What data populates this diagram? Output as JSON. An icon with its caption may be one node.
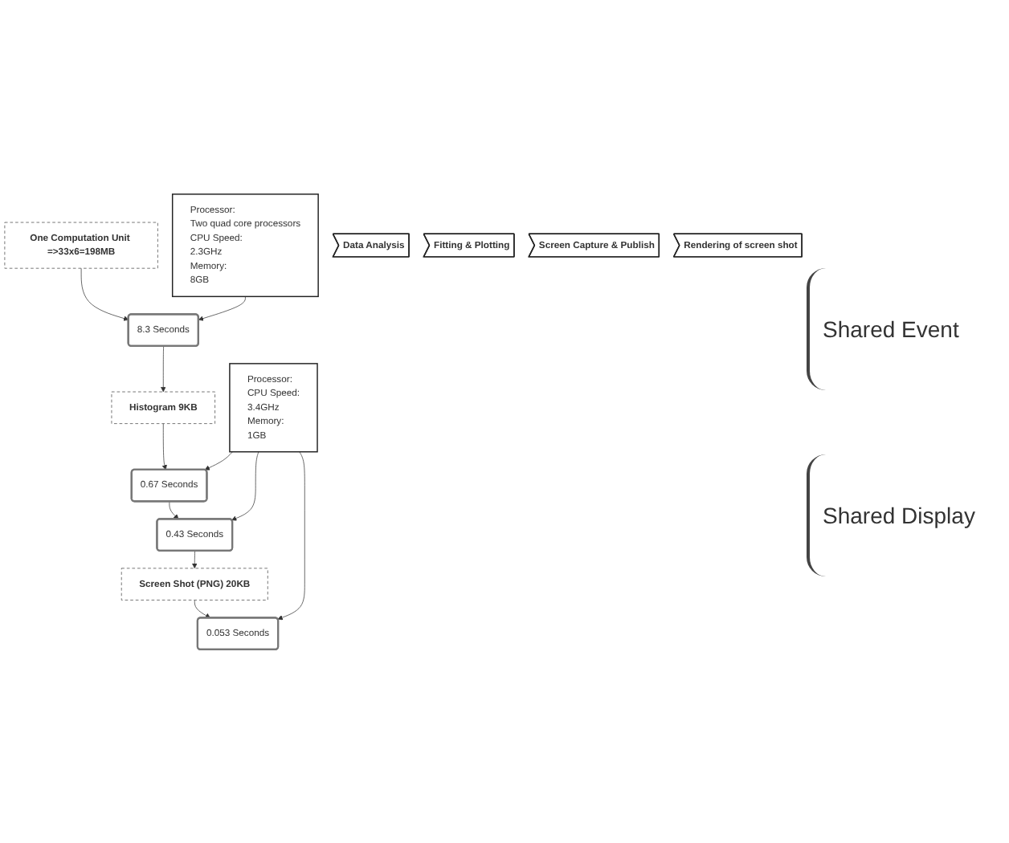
{
  "diagram": {
    "nodes": [
      {
        "text": [
          "Processor:",
          "Two quad core processors",
          "CPU Speed:",
          "2.3GHz",
          "Memory:",
          "8GB"
        ]
      },
      {
        "text": [
          "One Computation Unit =>33x6=198MB"
        ]
      },
      {
        "text": [
          "8.3 Seconds"
        ]
      },
      {
        "text": [
          "Data Analysis"
        ]
      },
      {
        "text": [
          "Histogram 9KB"
        ]
      },
      {
        "text": [
          "0.67 Seconds"
        ]
      },
      {
        "text": [
          "Fitting & Plotting"
        ]
      },
      {
        "text": [
          "Processor:",
          "CPU Speed:",
          "3.4GHz",
          "Memory:",
          "1GB"
        ]
      },
      {
        "text": [
          "0.43 Seconds"
        ]
      },
      {
        "text": [
          "Screen Capture & Publish"
        ]
      },
      {
        "text": [
          "Screen Shot (PNG) 20KB"
        ]
      },
      {
        "text": [
          "0.053 Seconds"
        ]
      },
      {
        "text": [
          "Rendering of screen shot"
        ]
      }
    ],
    "edges": [
      {
        "from": 1,
        "to": 2,
        "arrow": "to"
      },
      {
        "from": 0,
        "to": 2,
        "arrow": "to"
      },
      {
        "from": 2,
        "to": 4,
        "arrow": "to"
      },
      {
        "from": 4,
        "to": 5,
        "arrow": "to"
      },
      {
        "from": 5,
        "to": 8,
        "arrow": "to"
      },
      {
        "from": 8,
        "to": 10,
        "arrow": "to"
      },
      {
        "from": 10,
        "to": 11,
        "arrow": "to"
      },
      {
        "from": 7,
        "to": 5,
        "arrow": "to"
      },
      {
        "from": 7,
        "to": 8,
        "arrow": "to"
      },
      {
        "from": 7,
        "to": 11,
        "arrow": "to"
      }
    ],
    "labels": [
      "Shared Event",
      "Shared Display"
    ]
  }
}
